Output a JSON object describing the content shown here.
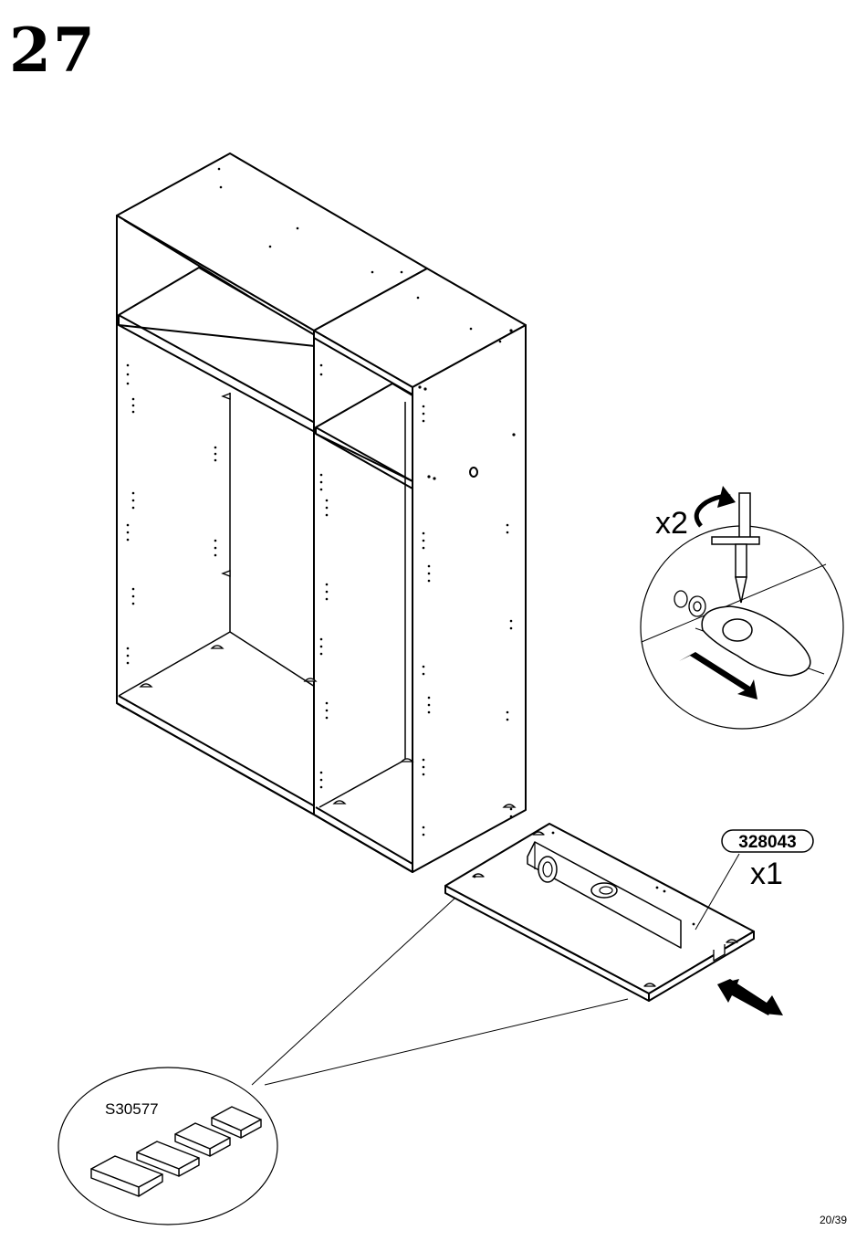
{
  "step": {
    "number": "27"
  },
  "hardware_detail": {
    "quantity": "x2"
  },
  "part": {
    "code": "328043",
    "quantity": "x1"
  },
  "fittings": {
    "code": "S30577"
  },
  "footer": {
    "page": "20/39"
  }
}
